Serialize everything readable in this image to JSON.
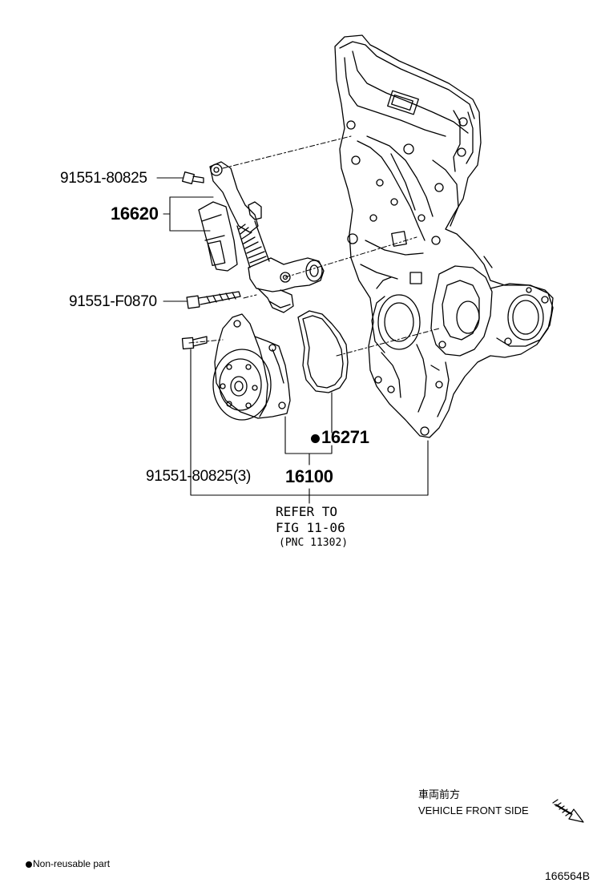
{
  "labels": {
    "bolt_upper": "91551-80825",
    "tensioner": "16620",
    "bolt_long": "91551-F0870",
    "gasket": "16271",
    "bolt_pump": "91551-80825(3)",
    "water_pump": "16100",
    "refer_line1": "REFER TO",
    "refer_line2": "FIG 11-06",
    "refer_line3": "(PNC 11302)"
  },
  "direction": {
    "jp": "車両前方",
    "en": "VEHICLE FRONT SIDE"
  },
  "legend": {
    "non_reusable": "Non-reusable part"
  },
  "figure_id": "166564B"
}
